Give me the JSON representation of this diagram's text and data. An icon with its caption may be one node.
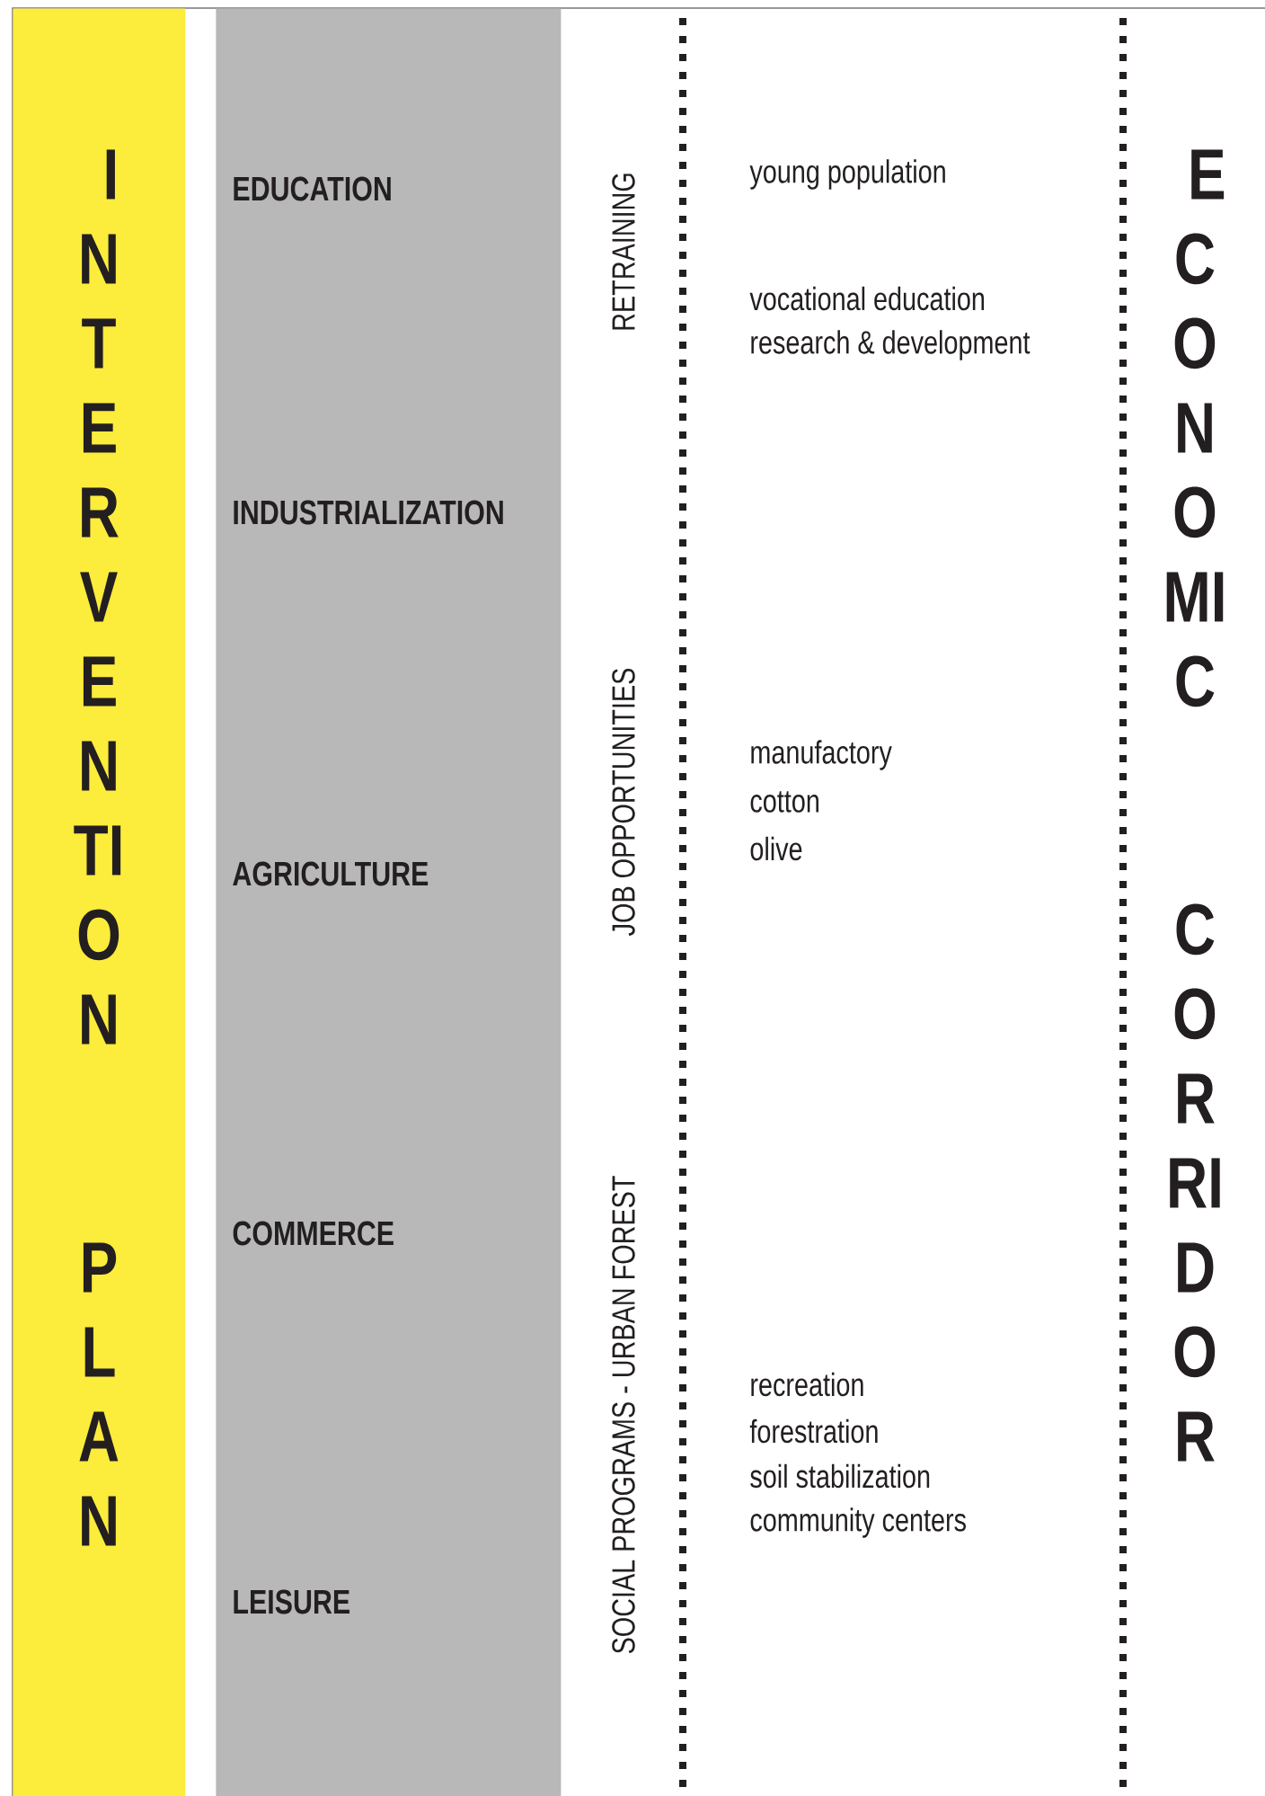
{
  "diagram": {
    "nodes": [
      {
        "text": [
          "INTERVENTION PLAN"
        ]
      },
      {
        "text": [
          "EDUCATION",
          "INDUSTRIALIZATION",
          "AGRICULTURE",
          "COMMERCE",
          "LEISURE"
        ]
      }
    ],
    "labels": [
      "RETRAINING",
      "JOB OPPORTUNITIES",
      "SOCIAL PROGRAMS - URBAN FOREST",
      "young population",
      "vocational education",
      "research & development",
      "manufactory",
      "cotton",
      "olive",
      "recreation",
      "forestration",
      "soil stabilization",
      "community centers",
      "ECONOMIC CORRIDOR"
    ]
  }
}
